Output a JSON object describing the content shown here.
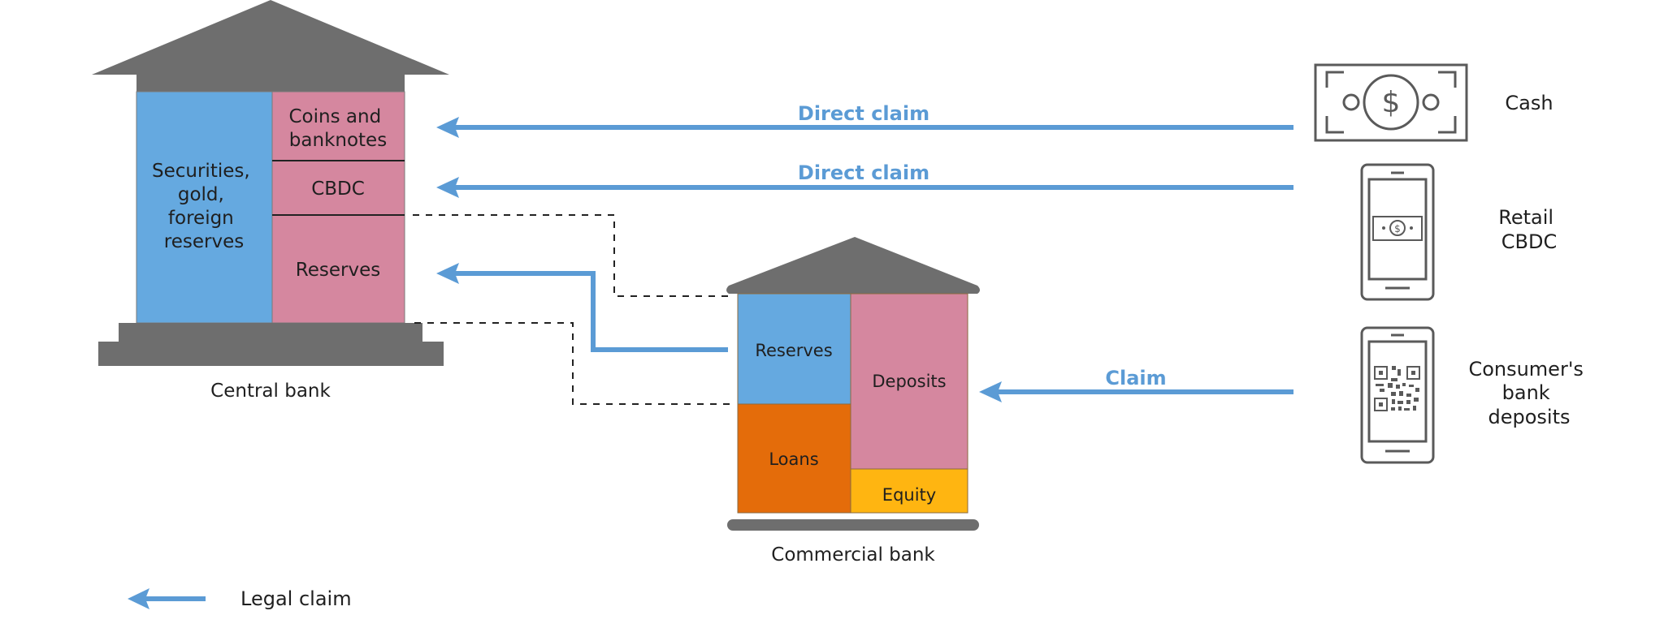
{
  "colors": {
    "asset_blue": "#65A9E0",
    "liability_pink": "#D5879F",
    "loans_orange": "#E46C0A",
    "equity_yellow": "#FFB511",
    "roof_gray": "#6E6E6E",
    "claim_blue": "#5B9BD5",
    "text": "#1f1f1f"
  },
  "central_bank": {
    "label": "Central bank",
    "assets": {
      "lines": [
        "Securities,",
        "gold,",
        "foreign",
        "reserves"
      ]
    },
    "liabilities": [
      {
        "lines": [
          "Coins and",
          "banknotes"
        ]
      },
      {
        "lines": [
          "CBDC"
        ]
      },
      {
        "lines": [
          "Reserves"
        ]
      }
    ]
  },
  "commercial_bank": {
    "label": "Commercial bank",
    "assets": [
      {
        "label": "Reserves"
      },
      {
        "label": "Loans"
      }
    ],
    "liabilities": [
      {
        "label": "Deposits"
      },
      {
        "label": "Equity"
      }
    ]
  },
  "claims": [
    {
      "label": "Direct claim",
      "from": "Cash",
      "to": "Coins and banknotes"
    },
    {
      "label": "Direct claim",
      "from": "Retail CBDC",
      "to": "CBDC"
    },
    {
      "label": "",
      "from": "Commercial bank Reserves",
      "to": "Central bank Reserves"
    },
    {
      "label": "Claim",
      "from": "Consumer's bank deposits",
      "to": "Deposits"
    }
  ],
  "instruments": [
    {
      "icon": "banknote-icon",
      "lines": [
        "Cash"
      ]
    },
    {
      "icon": "phone-cbdc-icon",
      "lines": [
        "Retail",
        "CBDC"
      ]
    },
    {
      "icon": "phone-qr-icon",
      "lines": [
        "Consumer's",
        "bank",
        "deposits"
      ]
    }
  ],
  "legend": {
    "label": "Legal claim",
    "icon": "arrow-left-icon"
  }
}
